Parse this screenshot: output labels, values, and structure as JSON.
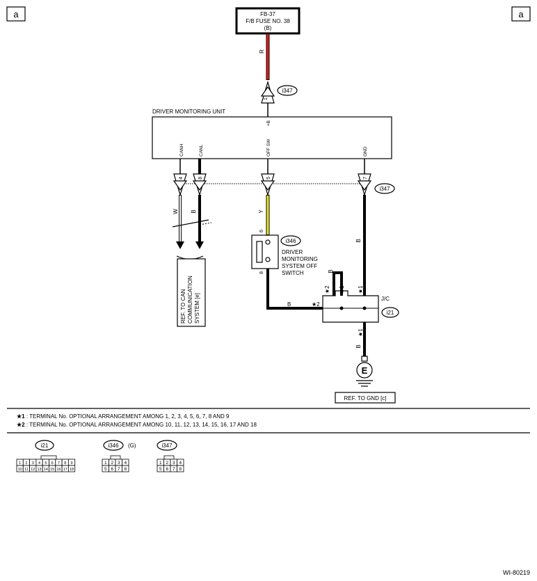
{
  "page_label_left": "a",
  "page_label_right": "a",
  "fuse": {
    "line1": "FB-37",
    "line2": "F/B FUSE NO. 38",
    "line3": "(B)"
  },
  "wire_colors": {
    "top": "R",
    "canh": "W",
    "canl": "B",
    "offsw": "Y",
    "gnd": "B",
    "switch_out": "B",
    "loop": "B",
    "jc_out": "B"
  },
  "connectors": {
    "i347": "i347",
    "i346": "i346",
    "i21": "i21"
  },
  "pins": {
    "top": "1",
    "canh": "4",
    "canl": "8",
    "offsw": "5",
    "gnd": "7",
    "sw_top": "6",
    "sw_bottom": "8"
  },
  "unit": {
    "title": "DRIVER MONITORING UNIT",
    "pin_plus_b": "+B",
    "pin_canh": "CANH",
    "pin_canl": "CANL",
    "pin_offsw": "OFF SW",
    "pin_gnd": "GND"
  },
  "can_ref": {
    "line1": "REF. TO CAN",
    "line2": "COMMUNICATION",
    "line3": "SYSTEM [e]"
  },
  "switch_label": {
    "line1": "DRIVER",
    "line2": "MONITORING",
    "line3": "SYSTEM OFF",
    "line4": "SWITCH"
  },
  "jc": {
    "label": "J/C",
    "star1": "★1",
    "star2": "★2"
  },
  "ground": {
    "symbol": "E",
    "ref": "REF. TO GND [c]"
  },
  "notes": [
    {
      "mark": "★1",
      "text": " : TERMINAL No. OPTIONAL ARRANGEMENT AMONG 1, 2, 3, 4, 5, 6, 7, 8 AND 9"
    },
    {
      "mark": "★2",
      "text": " : TERMINAL No. OPTIONAL ARRANGEMENT AMONG 10, 11, 12, 13, 14, 15, 16, 17 AND 18"
    }
  ],
  "connector_views": [
    {
      "name": "i21",
      "suffix": "",
      "rows": [
        [
          "1",
          "2",
          "3",
          "4",
          "5",
          "6",
          "7",
          "8",
          "9"
        ],
        [
          "10",
          "11",
          "12",
          "13",
          "14",
          "15",
          "16",
          "17",
          "18"
        ]
      ]
    },
    {
      "name": "i346",
      "suffix": "(G)",
      "rows": [
        [
          "1",
          "2",
          "3",
          "4"
        ],
        [
          "5",
          "6",
          "7",
          "8"
        ]
      ]
    },
    {
      "name": "i347",
      "suffix": "",
      "rows": [
        [
          "1",
          "2",
          "3",
          "4"
        ],
        [
          "5",
          "6",
          "7",
          "8"
        ]
      ]
    }
  ],
  "figure_code": "WI-80219",
  "colors": {
    "red_wire": "#e0201c",
    "yellow_wire": "#e8e828",
    "white_wire": "#ffffff",
    "black": "#000000"
  }
}
